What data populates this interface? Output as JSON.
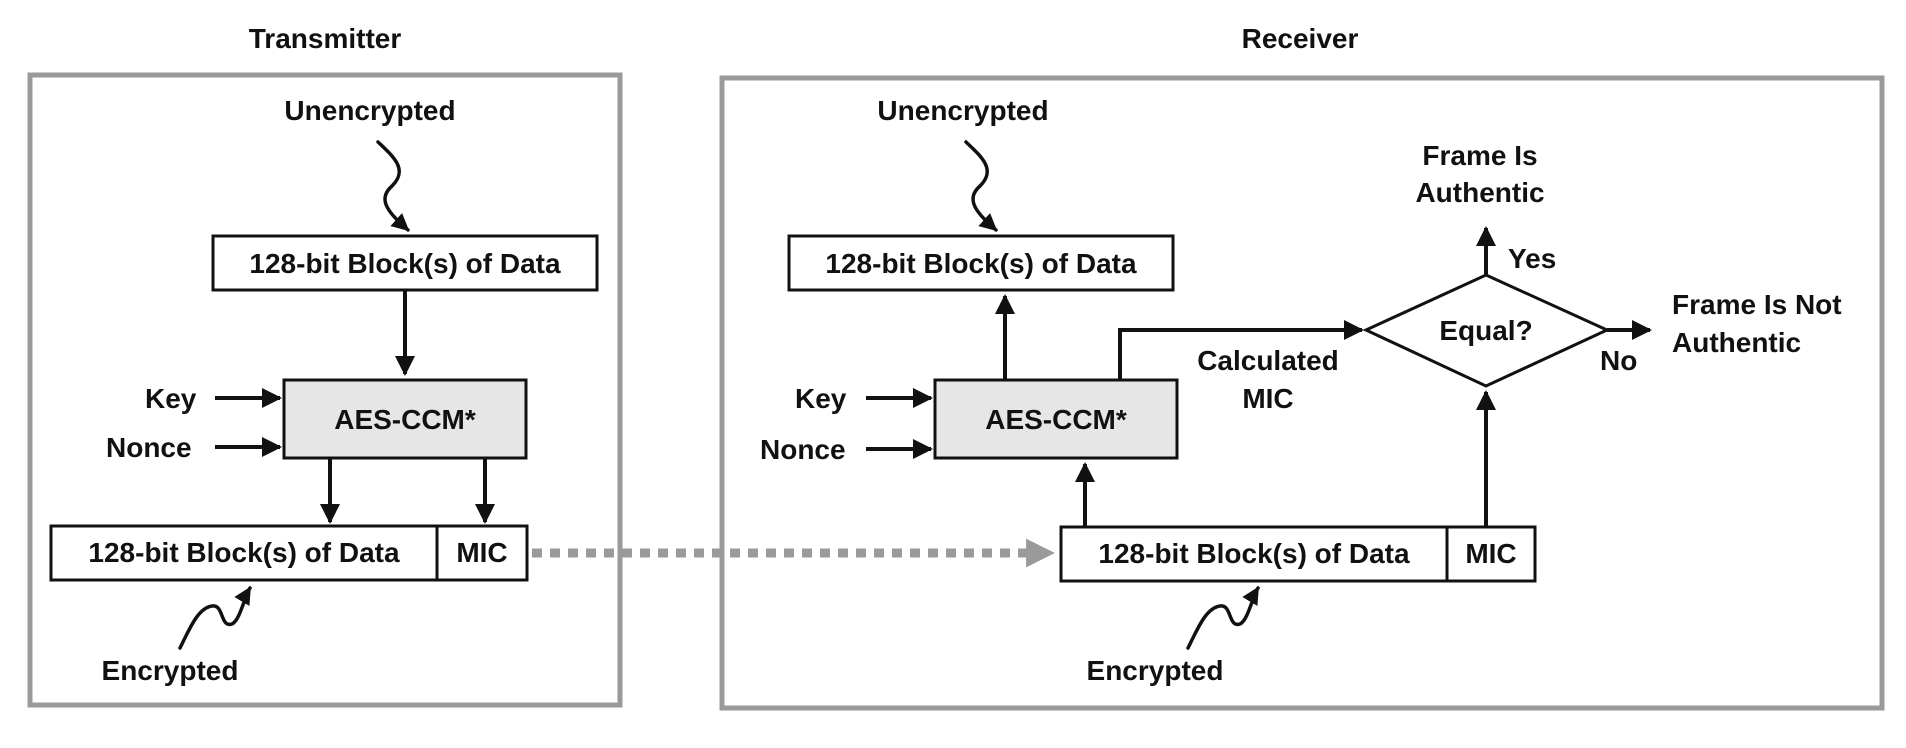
{
  "transmitter": {
    "title": "Transmitter",
    "unencrypted_label": "Unencrypted",
    "plaintext_block": "128-bit Block(s) of Data",
    "key_label": "Key",
    "nonce_label": "Nonce",
    "cipher": "AES-CCM*",
    "ciphertext_block": "128-bit Block(s) of Data",
    "mic": "MIC",
    "encrypted_label": "Encrypted"
  },
  "receiver": {
    "title": "Receiver",
    "unencrypted_label": "Unencrypted",
    "plaintext_block": "128-bit Block(s) of Data",
    "key_label": "Key",
    "nonce_label": "Nonce",
    "cipher": "AES-CCM*",
    "calculated_mic_line1": "Calculated",
    "calculated_mic_line2": "MIC",
    "decision": "Equal?",
    "yes_label": "Yes",
    "no_label": "No",
    "authentic_line1": "Frame Is",
    "authentic_line2": "Authentic",
    "not_authentic_line1": "Frame Is Not",
    "not_authentic_line2": "Authentic",
    "ciphertext_block": "128-bit Block(s) of Data",
    "mic": "MIC",
    "encrypted_label": "Encrypted"
  },
  "colors": {
    "frame": "#9a9a9a",
    "stroke": "#111111",
    "cipher_fill": "#e6e6e6",
    "transfer_arrow": "#9a9a9a"
  }
}
